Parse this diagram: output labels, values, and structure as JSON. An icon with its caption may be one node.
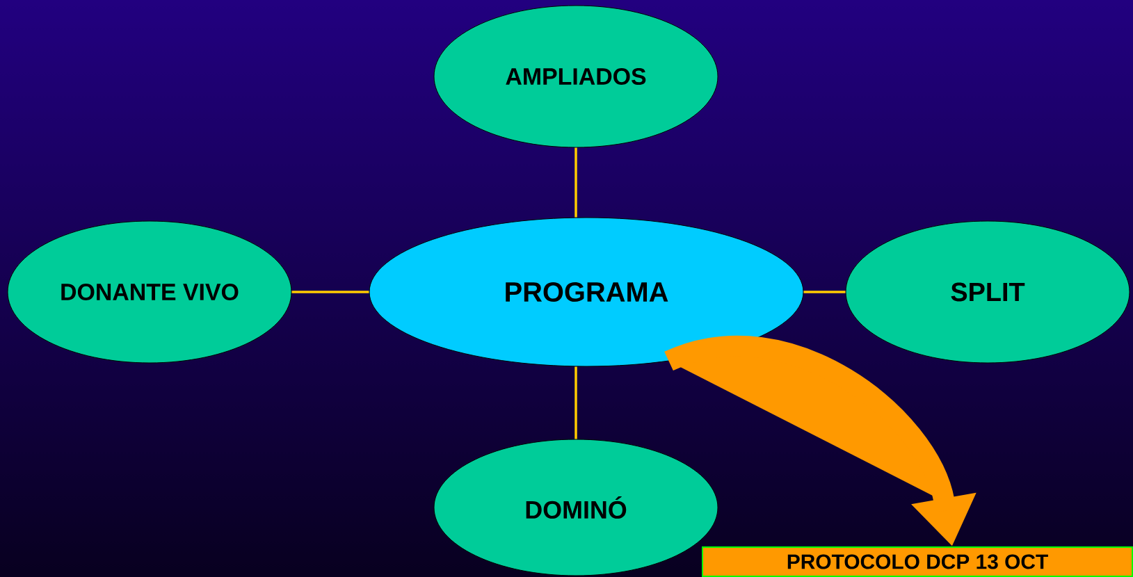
{
  "diagram": {
    "nodes": [
      {
        "text": [
          "PROGRAMA"
        ]
      },
      {
        "text": [
          "AMPLIADOS"
        ]
      },
      {
        "text": [
          "DONANTE VIVO"
        ]
      },
      {
        "text": [
          "SPLIT"
        ]
      },
      {
        "text": [
          "DOMINÓ"
        ]
      },
      {
        "text": [
          "PROTOCOLO DCP 13 OCT"
        ]
      }
    ],
    "edges": [
      {
        "from": 0,
        "to": 1,
        "arrow": "none"
      },
      {
        "from": 0,
        "to": 2,
        "arrow": "none"
      },
      {
        "from": 0,
        "to": 3,
        "arrow": "none"
      },
      {
        "from": 0,
        "to": 4,
        "arrow": "none"
      },
      {
        "from": 0,
        "to": 5,
        "arrow": "to",
        "style": "thick",
        "color": "#ff9900"
      }
    ]
  }
}
